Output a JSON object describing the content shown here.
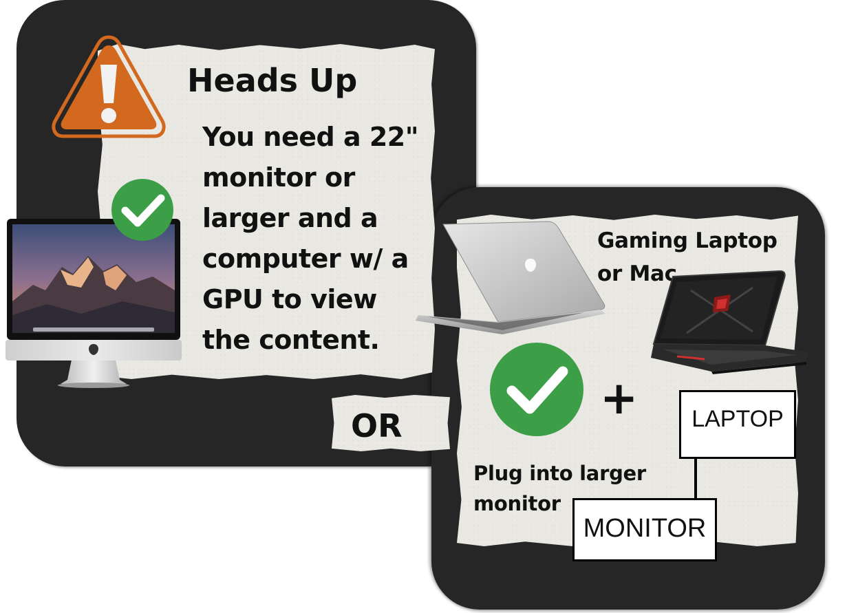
{
  "notice": {
    "heading": "Heads Up",
    "body_lines": [
      "You need a 22\"",
      "monitor or",
      "larger and a",
      "computer w/ a",
      "GPU to view",
      "the content."
    ]
  },
  "separator": {
    "label": "OR"
  },
  "alternative": {
    "device_label_lines": [
      "Gaming Laptop",
      "or Mac"
    ],
    "plus_symbol": "+",
    "instruction_lines": [
      "Plug into larger",
      "monitor"
    ],
    "diagram": {
      "laptop_label": "LAPTOP",
      "monitor_label": "MONITOR"
    }
  },
  "colors": {
    "panel": "#262626",
    "paper": "#eae8e3",
    "warning": "#d2691e",
    "check": "#3c9f48",
    "text": "#111111"
  },
  "icons": {
    "warning": "warning-triangle-icon",
    "check": "check-circle-icon",
    "desktop": "imac-icon",
    "laptop": "macbook-icon",
    "gaming_laptop": "gaming-laptop-icon"
  }
}
